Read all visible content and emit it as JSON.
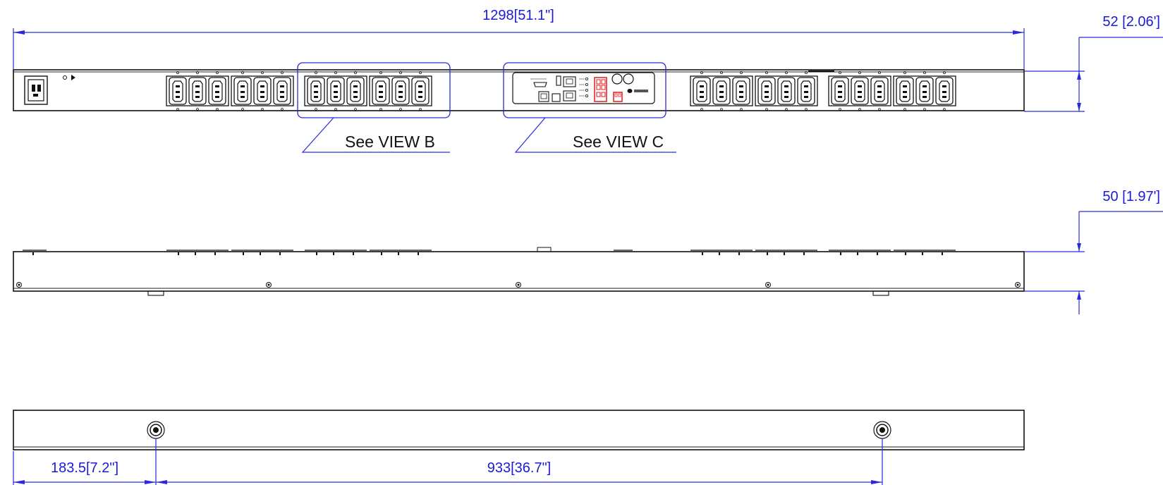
{
  "dimensions": {
    "overall_length": "1298[51.1\"]",
    "front_height": "52 [2.06']",
    "side_height": "50 [1.97']",
    "mount_offset": "183.5[7.2\"]",
    "mount_spacing": "933[36.7\"]"
  },
  "callouts": {
    "view_b": "See VIEW B",
    "view_c": "See VIEW C"
  },
  "colors": {
    "dimension": "#2a2ad9",
    "outline": "#111111",
    "led_display": "#e01b1b"
  },
  "outlets": {
    "left_groups": 4,
    "right_groups": 4,
    "outlets_per_group": 3,
    "inlet_type": "C20",
    "outlet_type": "C13"
  }
}
